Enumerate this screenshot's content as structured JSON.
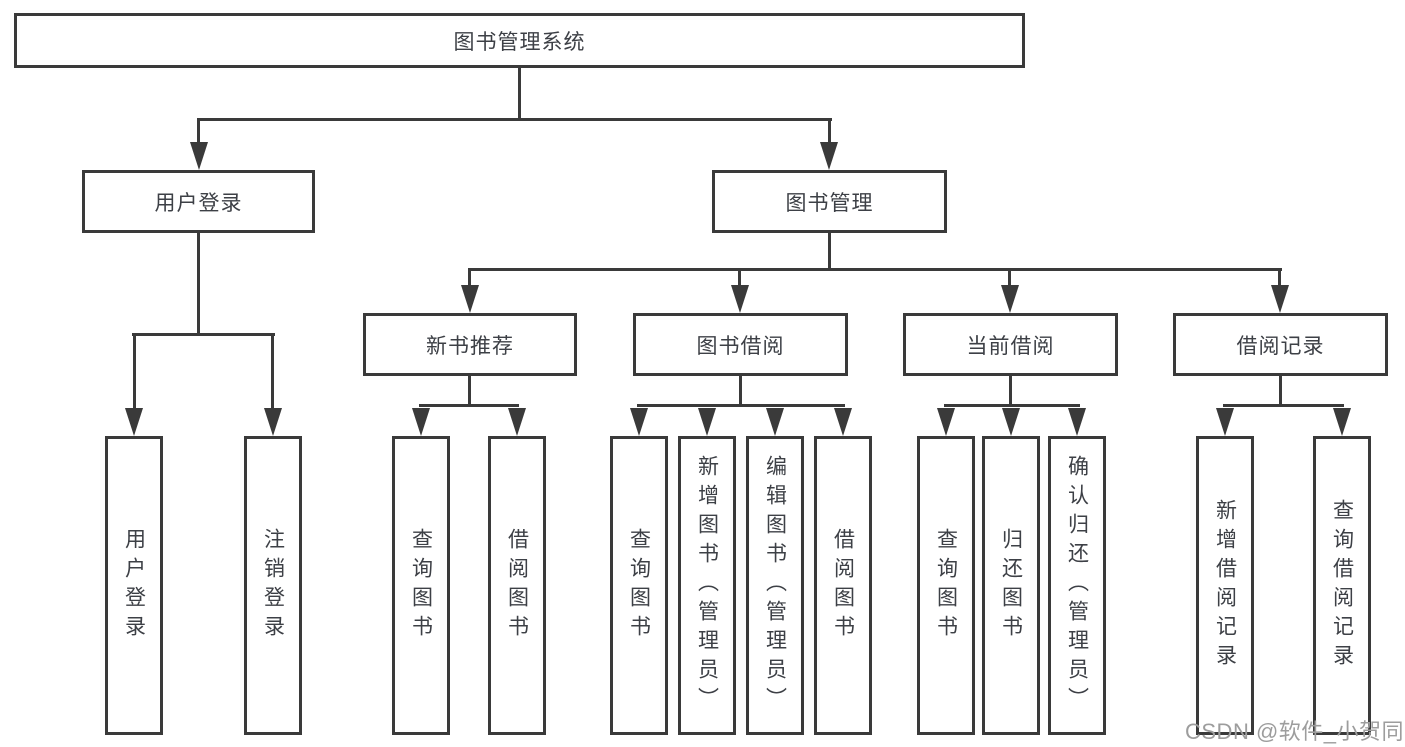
{
  "title": "图书管理系统",
  "watermark": "CSDN @软件_小贺同学",
  "colors": {
    "line": "#3a3a3a",
    "text": "#3d4046",
    "watermark": "#9d9d9d",
    "background": "#ffffff"
  },
  "tree": {
    "root": "图书管理系统",
    "user_login": {
      "label": "用户登录",
      "children": [
        "用户登录",
        "注销登录"
      ]
    },
    "book_management": {
      "label": "图书管理",
      "groups": [
        {
          "label": "新书推荐",
          "children": [
            "查询图书",
            "借阅图书"
          ]
        },
        {
          "label": "图书借阅",
          "children": [
            "查询图书",
            "新增图书（管理员）",
            "编辑图书（管理员）",
            "借阅图书"
          ]
        },
        {
          "label": "当前借阅",
          "children": [
            "查询图书",
            "归还图书",
            "确认归还（管理员）"
          ]
        },
        {
          "label": "借阅记录",
          "children": [
            "新增借阅记录",
            "查询借阅记录"
          ]
        }
      ]
    }
  }
}
